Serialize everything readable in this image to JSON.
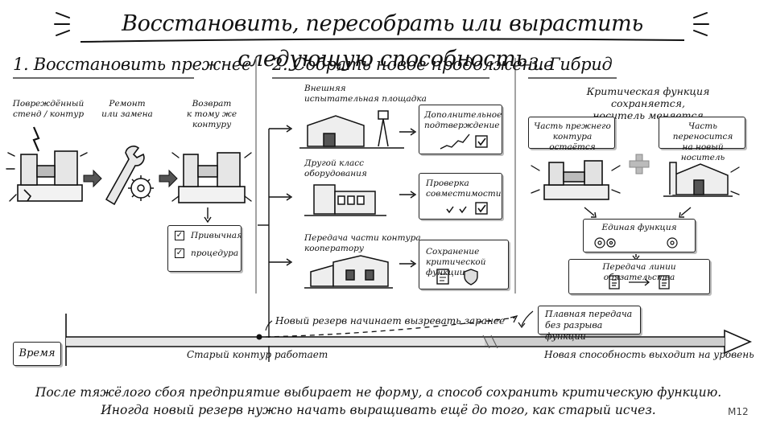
{
  "title": "Восстановить, пересобрать или вырастить следующую способность",
  "columns": [
    {
      "heading": "1. Восстановить прежнее",
      "steps": [
        "Повреждённый\nстенд / контур",
        "Ремонт\nили замена",
        "Возврат\nк тому же контуру"
      ],
      "checklist": [
        "Привычная",
        "процедура"
      ]
    },
    {
      "heading": "2. Собрать новое продолжение",
      "rows": [
        {
          "label": "Внешняя\nиспытательная площадка",
          "box": "Дополнительное\nподтверждение"
        },
        {
          "label": "Другой класс\nоборудования",
          "box": "Проверка\nсовместимости"
        },
        {
          "label": "Передача части контура\nкооператору",
          "box": "Сохранение\nкритической функции"
        }
      ]
    },
    {
      "heading": "3. Гибрид",
      "subtitle": "Критическая функция сохраняется,\nноситель меняется",
      "left_box": "Часть прежнего\nконтура остаётся",
      "right_box": "Часть переносится\nна новый носитель",
      "unified": "Единая функция",
      "transfer": "Передача линии обязательства"
    }
  ],
  "timeline": {
    "label": "Время",
    "old": "Старый контур работает",
    "new": "Новая способность выходит на уровень",
    "reserve": "Новый резерв начинает вызревать заранее",
    "handover": "Плавная передача\nбез разрыва функции"
  },
  "footer": [
    "После тяжёлого сбоя предприятие выбирает не форму, а способ сохранить критическую функцию.",
    "Иногда новый резерв нужно начать выращивать ещё до того, как старый исчез."
  ],
  "badge": "M12"
}
